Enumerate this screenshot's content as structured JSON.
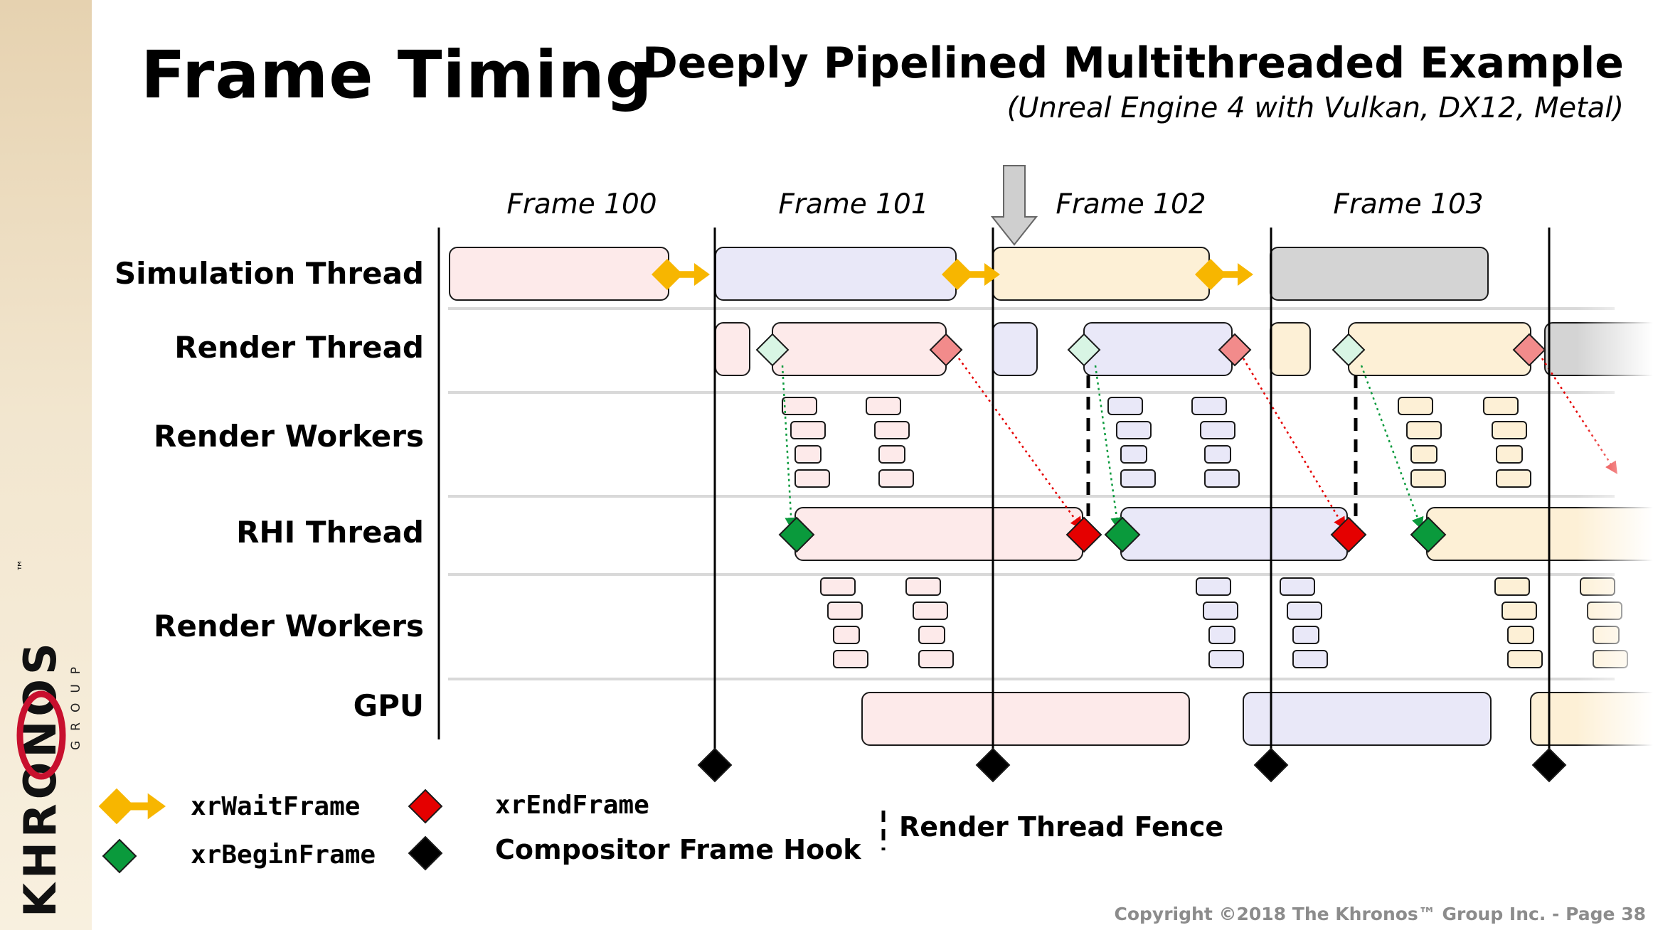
{
  "slide": {
    "title": "Frame Timing",
    "subtitle": "Deeply Pipelined Multithreaded Example",
    "subtitle_note": "(Unreal Engine 4 with Vulkan, DX12, Metal)",
    "footer": "Copyright ©2018 The Khronos™ Group Inc. - Page 38"
  },
  "brand": {
    "wordmark": "KHRONOS",
    "tagline": "GROUP",
    "tm": "™"
  },
  "colors": {
    "frame100": "#fdeaea",
    "frame101": "#e9e8f8",
    "frame102": "#fdf0d6",
    "frame103": "#d4d4d4",
    "wait_frame": "#f7b600",
    "begin_frame": "#0a9a3c",
    "begin_frame_light": "#d8f5e4",
    "end_frame": "#e50000",
    "end_frame_light": "#f28b8b",
    "hook": "#000000"
  },
  "rows": [
    "Simulation Thread",
    "Render Thread",
    "Render Workers",
    "RHI Thread",
    "Render Workers",
    "GPU"
  ],
  "frames": [
    "Frame 100",
    "Frame 101",
    "Frame 102",
    "Frame 103"
  ],
  "legend": {
    "wait_frame": "xrWaitFrame",
    "begin_frame": "xrBeginFrame",
    "end_frame": "xrEndFrame",
    "hook": "Compositor Frame Hook",
    "fence": "Render Thread Fence"
  },
  "icons": [
    "down-arrow-icon",
    "diamond-icon",
    "arrow-icon"
  ]
}
